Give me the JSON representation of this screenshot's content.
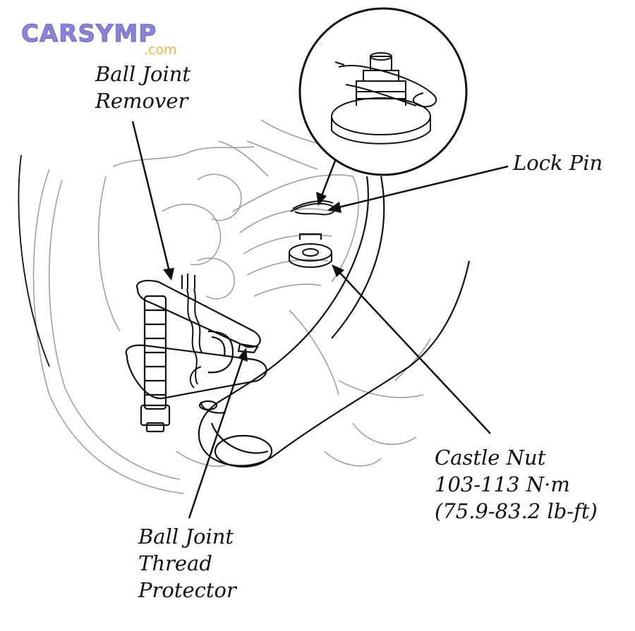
{
  "logo": {
    "main": "CARSYMP",
    "sub": ".com"
  },
  "labels": {
    "ball_joint_remover": [
      "Ball Joint",
      "Remover"
    ],
    "lock_pin": "Lock Pin",
    "castle_nut": [
      "Castle Nut",
      "103-113 N·m",
      "(75.9-83.2 lb-ft)"
    ],
    "ball_joint_thread_protector": [
      "Ball Joint",
      "Thread",
      "Protector"
    ]
  },
  "colors": {
    "line": "#111111",
    "faint_line": "#9a9a9a",
    "logo_purple": "#8a83d6",
    "logo_orange": "#f0b640"
  }
}
